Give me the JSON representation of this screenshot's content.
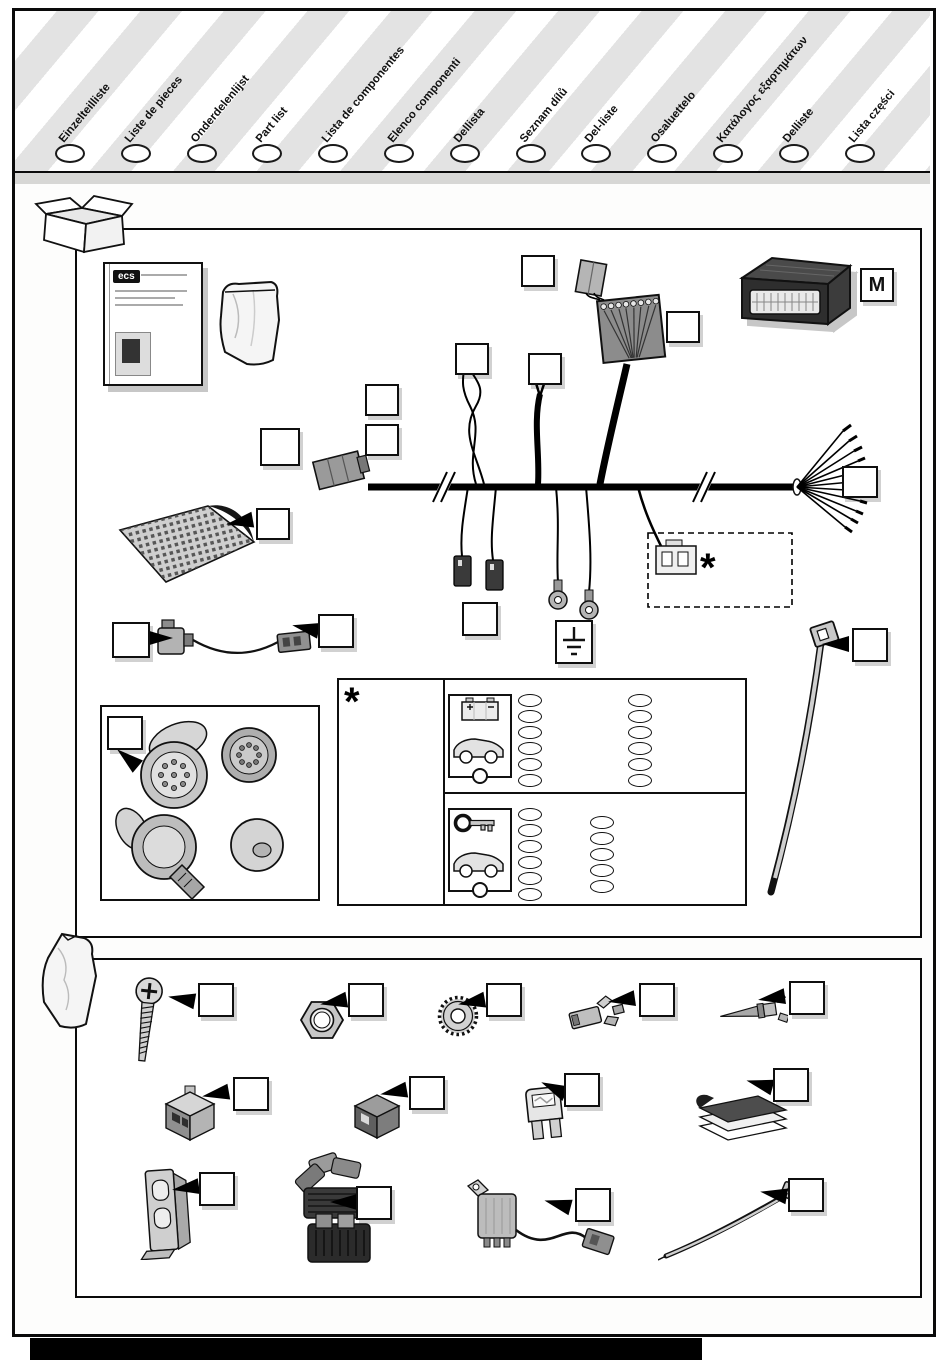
{
  "header": {
    "languages": [
      "Einzelteilliste",
      "Liste de pieces",
      "Onderdelenlijst",
      "Part list",
      "Lista de componentes",
      "Elenco componenti",
      "Dellista",
      "Seznam dílů",
      "Del-liste",
      "Osaluettelo",
      "Κατάλογος εξαρτημάτων",
      "Delliste",
      "Lista części"
    ]
  },
  "module": {
    "label": "M"
  },
  "manual": {
    "logo": "ecs"
  },
  "marks": {
    "asterisk": "*"
  }
}
